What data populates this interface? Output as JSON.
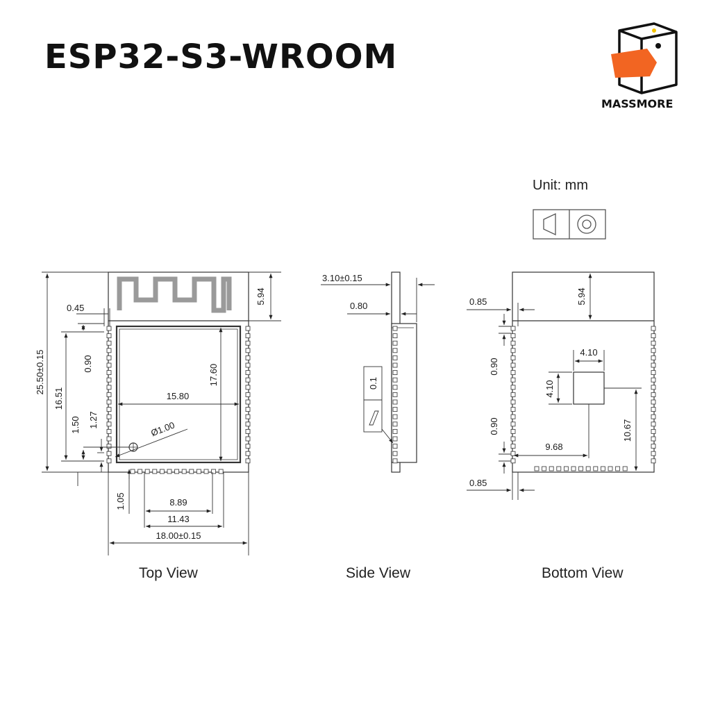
{
  "title": "ESP32-S3-WROOM",
  "brand": {
    "name": "MASSMORE",
    "logo_icon": "duck-box-logo-icon",
    "accent": "#f26522"
  },
  "unit": "Unit: mm",
  "projection_symbol_icon": "first-angle-projection-icon",
  "views": {
    "top": {
      "label": "Top View",
      "dims": {
        "antenna_height": "5.94",
        "edge_offset": "0.45",
        "total_length": "25.50±0.15",
        "pad_span": "16.51",
        "pitch_1": "0.90",
        "shield_height": "17.60",
        "shield_width": "15.80",
        "hole_diameter": "Ø1.00",
        "offset_127": "1.27",
        "offset_150": "1.50",
        "bottom_offset": "1.05",
        "pad_8_89": "8.89",
        "pad_11_43": "11.43",
        "total_width": "18.00±0.15"
      }
    },
    "side": {
      "label": "Side View",
      "dims": {
        "thickness": "3.10±0.15",
        "pcb": "0.80",
        "tolerance": "0.1"
      }
    },
    "bottom": {
      "label": "Bottom View",
      "dims": {
        "edge_top": "0.85",
        "antenna_height": "5.94",
        "pad_size_w": "4.10",
        "pad_size_h": "4.10",
        "pitch_top": "0.90",
        "pitch_bottom": "0.90",
        "pad_y": "10.67",
        "pad_x": "9.68",
        "edge_bottom": "0.85"
      }
    }
  }
}
